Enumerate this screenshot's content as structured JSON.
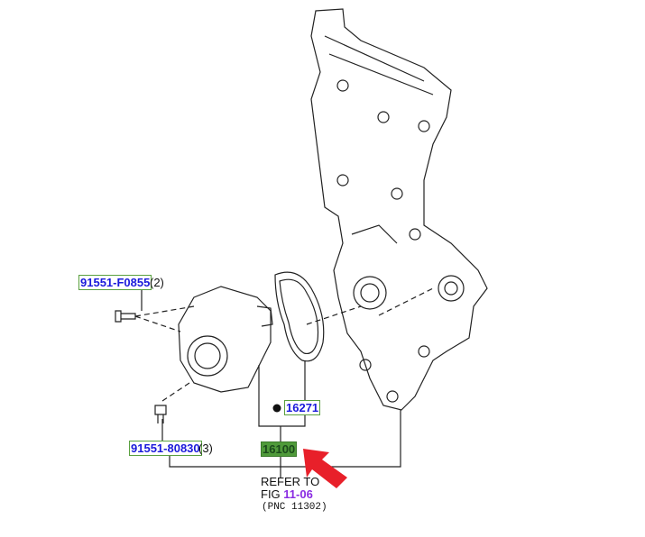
{
  "parts": [
    {
      "part_number": "91551-F0855",
      "qty": "(2)"
    },
    {
      "part_number": "16271"
    },
    {
      "part_number": "16100",
      "highlighted": true
    },
    {
      "part_number": "91551-80830",
      "qty": "(3)"
    }
  ],
  "reference": {
    "line1": "REFER TO",
    "fig_prefix": "FIG ",
    "fig_link": "11-06",
    "pnc": "(PNC 11302)"
  },
  "colors": {
    "link": "#1a1adb",
    "highlight": "#4f9a3a",
    "arrow": "#e8202a",
    "fig_link": "#8a2be2"
  }
}
